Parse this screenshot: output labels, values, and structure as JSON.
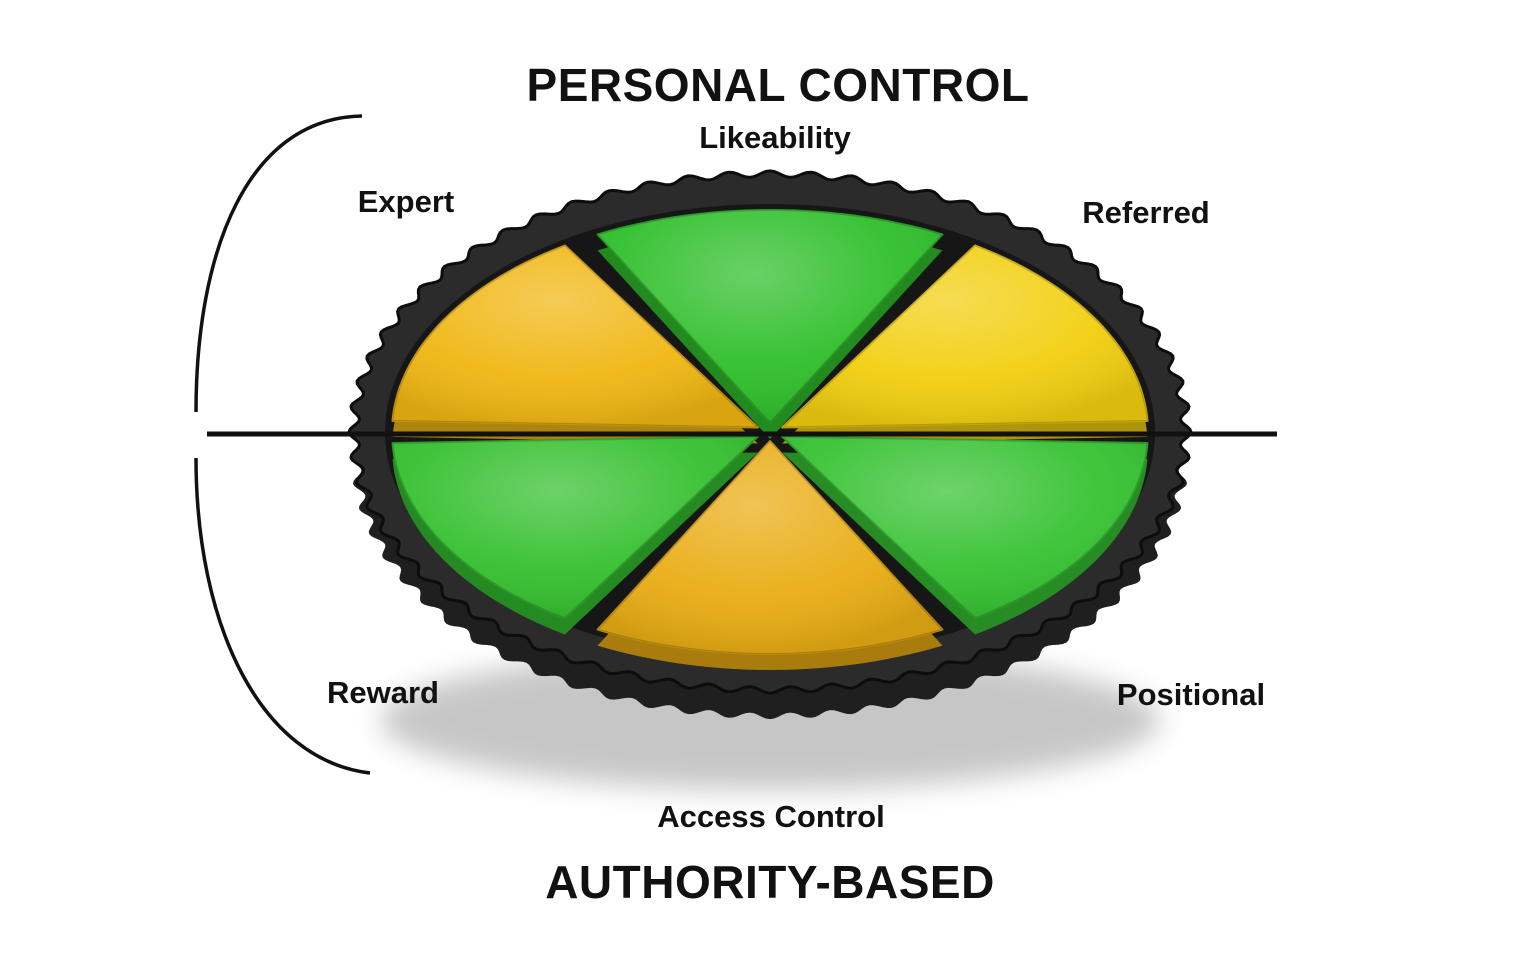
{
  "headings": {
    "top": "PERSONAL CONTROL",
    "bottom": "AUTHORITY-BASED"
  },
  "segments": [
    {
      "label": "Likeability",
      "color": "#2fbf2b"
    },
    {
      "label": "Referred",
      "color": "#f2cf10"
    },
    {
      "label": "Positional",
      "color": "#36c232"
    },
    {
      "label": "Access Control",
      "color": "#e9ad14"
    },
    {
      "label": "Reward",
      "color": "#35c02f"
    },
    {
      "label": "Expert",
      "color": "#f0b713"
    }
  ],
  "colors": {
    "tin": "#2b2b2b",
    "line": "#111111",
    "background": "#ffffff"
  }
}
